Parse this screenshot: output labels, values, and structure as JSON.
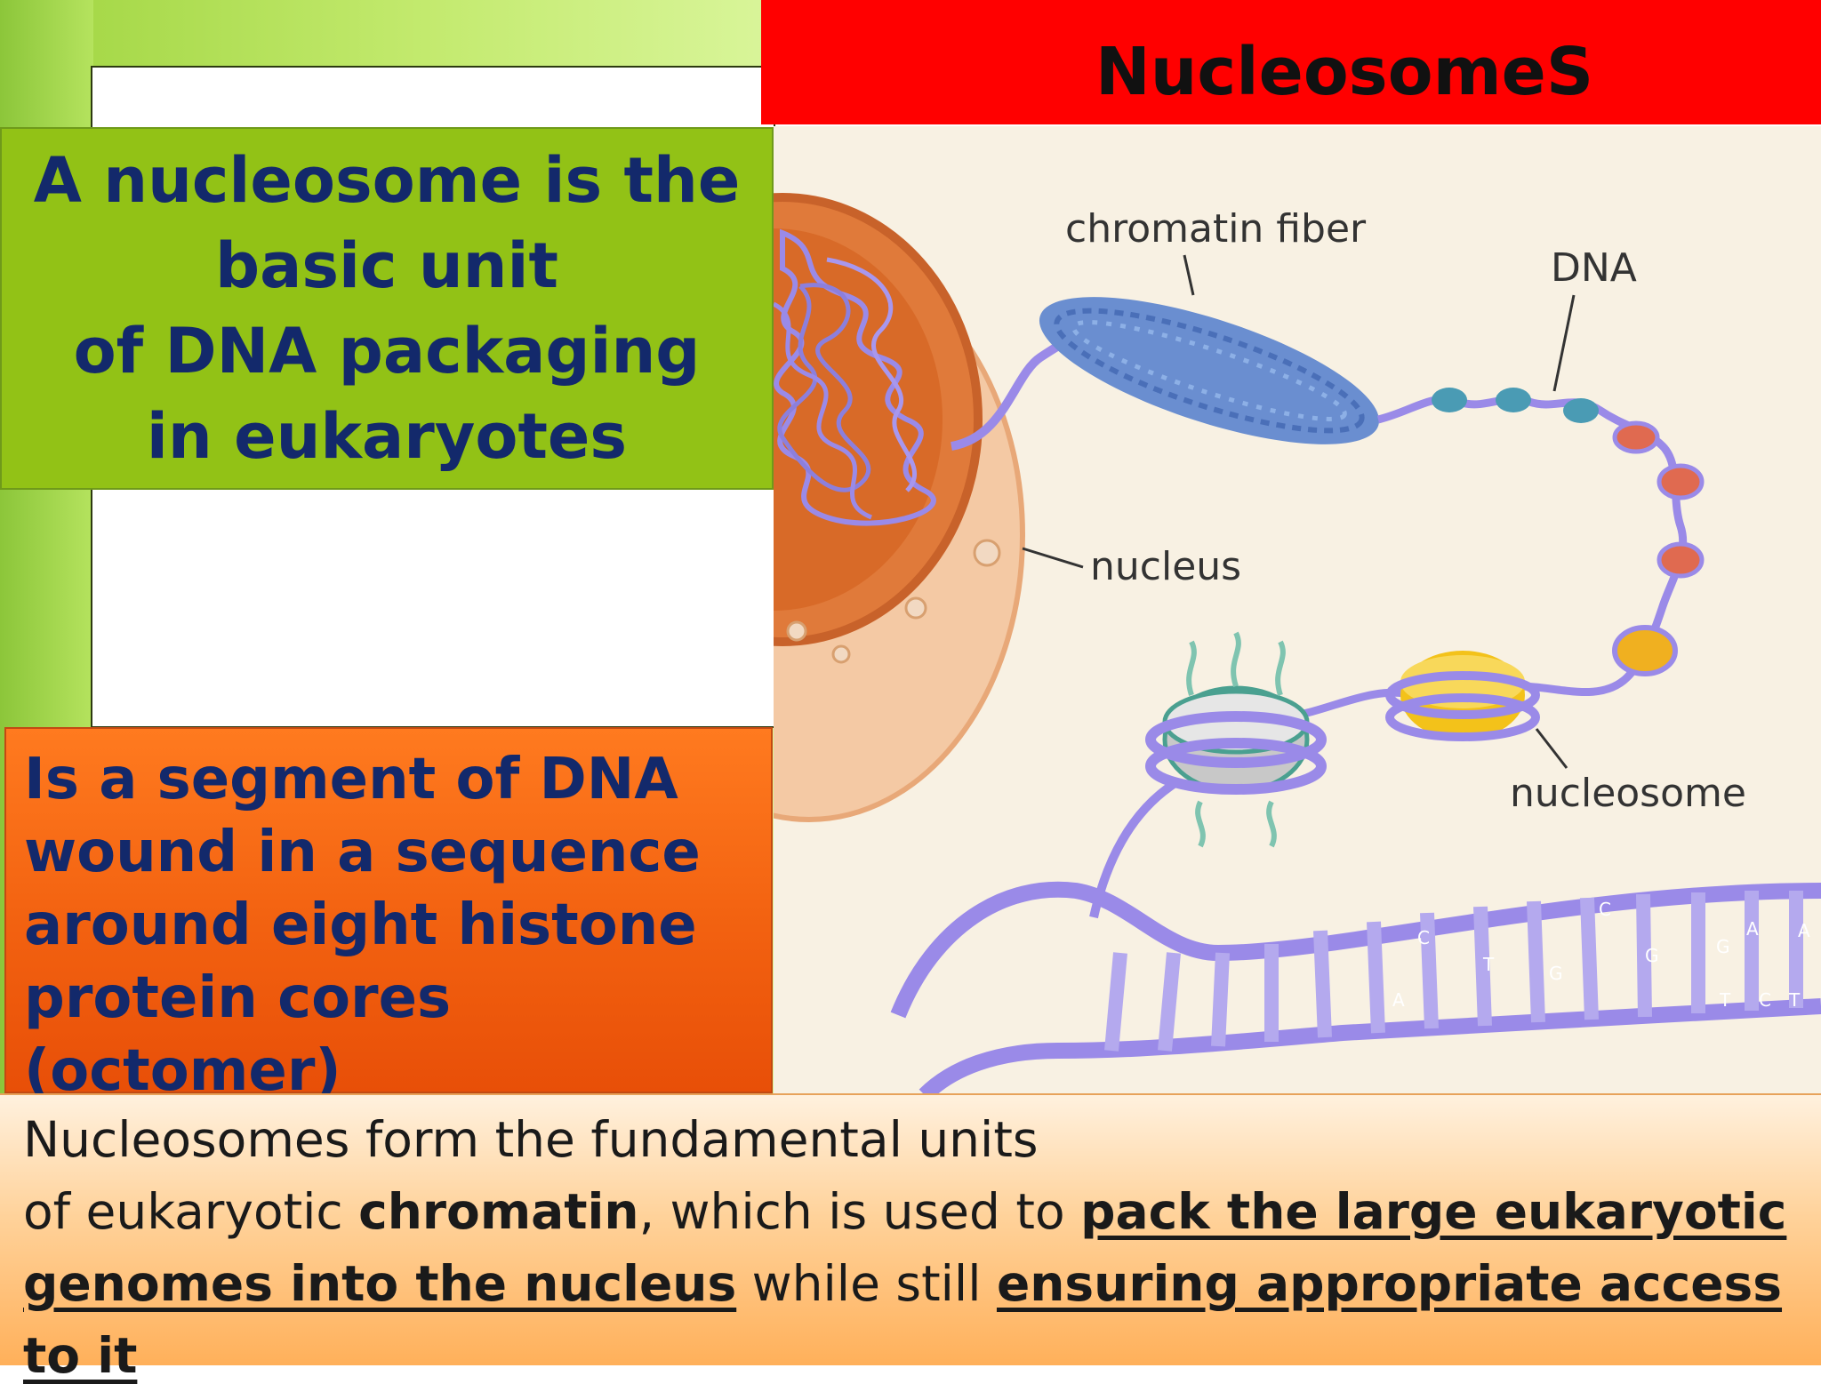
{
  "slide": {
    "title": "NucleosomeS",
    "definition_text": "A nucleosome is the\nbasic unit\nof DNA packaging\nin eukaryotes",
    "segment_text": " Is a segment of DNA\nwound in a sequence\naround eight histone\nprotein cores (octomer)"
  },
  "diagram": {
    "labels": {
      "chromatin_fiber": "chromatin fiber",
      "dna": "DNA",
      "nucleus": "nucleus",
      "nucleosome": "nucleosome"
    },
    "base_letters": [
      "C",
      "G",
      "T",
      "A",
      "G",
      "C",
      "A",
      "T",
      "C",
      "G",
      "A",
      "T"
    ]
  },
  "bottom": {
    "t1": "Nucleosomes form the fundamental units",
    "t2": "of eukaryotic ",
    "t3": "chromatin",
    "t4": ", which is used to ",
    "t5": "pack the large eukaryotic genomes into the nucleus",
    "t6": " while still ",
    "t7": "ensuring appropriate access to it"
  },
  "colors": {
    "title_bar": "#ff0000",
    "green_box": "#92c216",
    "orange_box": "#f26110",
    "text_navy": "#13296b",
    "dna_purple": "#8c7fdc"
  }
}
